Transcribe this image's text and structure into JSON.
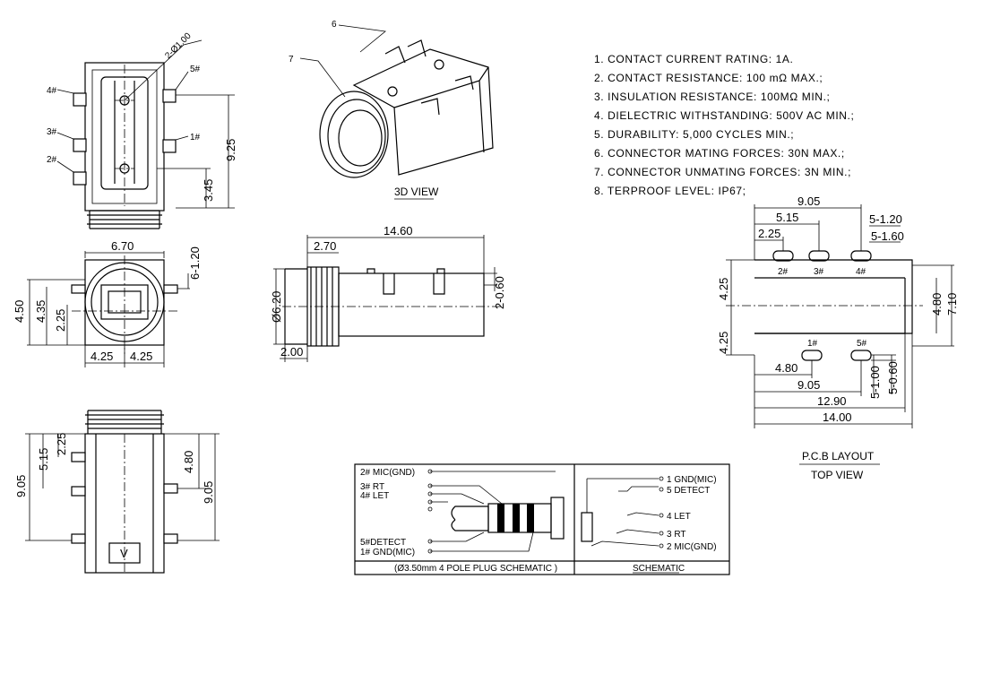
{
  "specs": [
    "1. CONTACT CURRENT RATING: 1A.",
    "2. CONTACT RESISTANCE: 100 mΩ MAX.;",
    "3. INSULATION RESISTANCE: 100MΩ MIN.;",
    "4. DIELECTRIC WITHSTANDING: 500V AC MIN.;",
    "5. DURABILITY: 5,000 CYCLES MIN.;",
    "6. CONNECTOR MATING FORCES: 30N   MAX.;",
    "7. CONNECTOR UNMATING FORCES: 3N MIN.;",
    "8. TERPROOF LEVEL: IP67;"
  ],
  "front_view": {
    "hole_callout": "2-Ø1.00",
    "pins": [
      "5#",
      "4#",
      "3#",
      "1#",
      "2#"
    ],
    "dim_height": "9.25",
    "dim_hole": "3.45"
  },
  "iso_view": {
    "callouts": [
      "6",
      "7"
    ],
    "caption": "3D VIEW"
  },
  "end_view": {
    "width": "6.70",
    "pin_width": "6-1.20",
    "height_a": "4.50",
    "height_b": "4.35",
    "height_c": "2.25",
    "offset_left": "4.25",
    "offset_right": "4.25"
  },
  "side_view": {
    "length": "14.60",
    "flange": "2.70",
    "diameter": "Ø6.20",
    "pin_thickness": "2-0.60",
    "base": "2.00"
  },
  "bottom_view": {
    "dim_a": "2.25",
    "dim_b": "5.15",
    "dim_c": "9.05",
    "dim_d": "4.80",
    "dim_e": "9.05",
    "marker": "V"
  },
  "pcb": {
    "top_dims": [
      "9.05",
      "5.15",
      "2.25",
      "5-1.20",
      "5-1.60"
    ],
    "top_pins": [
      "2#",
      "3#",
      "4#"
    ],
    "bottom_pins": [
      "1#",
      "5#"
    ],
    "left_dims": [
      "4.25",
      "4.25"
    ],
    "right_dims": [
      "4.80",
      "7.10"
    ],
    "bottom_dims": [
      "4.80",
      "9.05",
      "12.90",
      "14.00"
    ],
    "slot_dims": [
      "5-1.00",
      "5-0.60"
    ],
    "caption_1": "P.C.B LAYOUT",
    "caption_2": "TOP VIEW"
  },
  "schematic": {
    "plug_labels": [
      "2# MIC(GND)",
      "3# RT",
      "4# LET",
      "5#DETECT",
      "1# GND(MIC)"
    ],
    "plug_caption": "(Ø3.50mm 4 POLE PLUG SCHEMATIC )",
    "jack_labels": [
      "1 GND(MIC)",
      "5 DETECT",
      "4 LET",
      "3 RT",
      "2 MIC(GND)"
    ],
    "jack_caption": "SCHEMATIC"
  }
}
